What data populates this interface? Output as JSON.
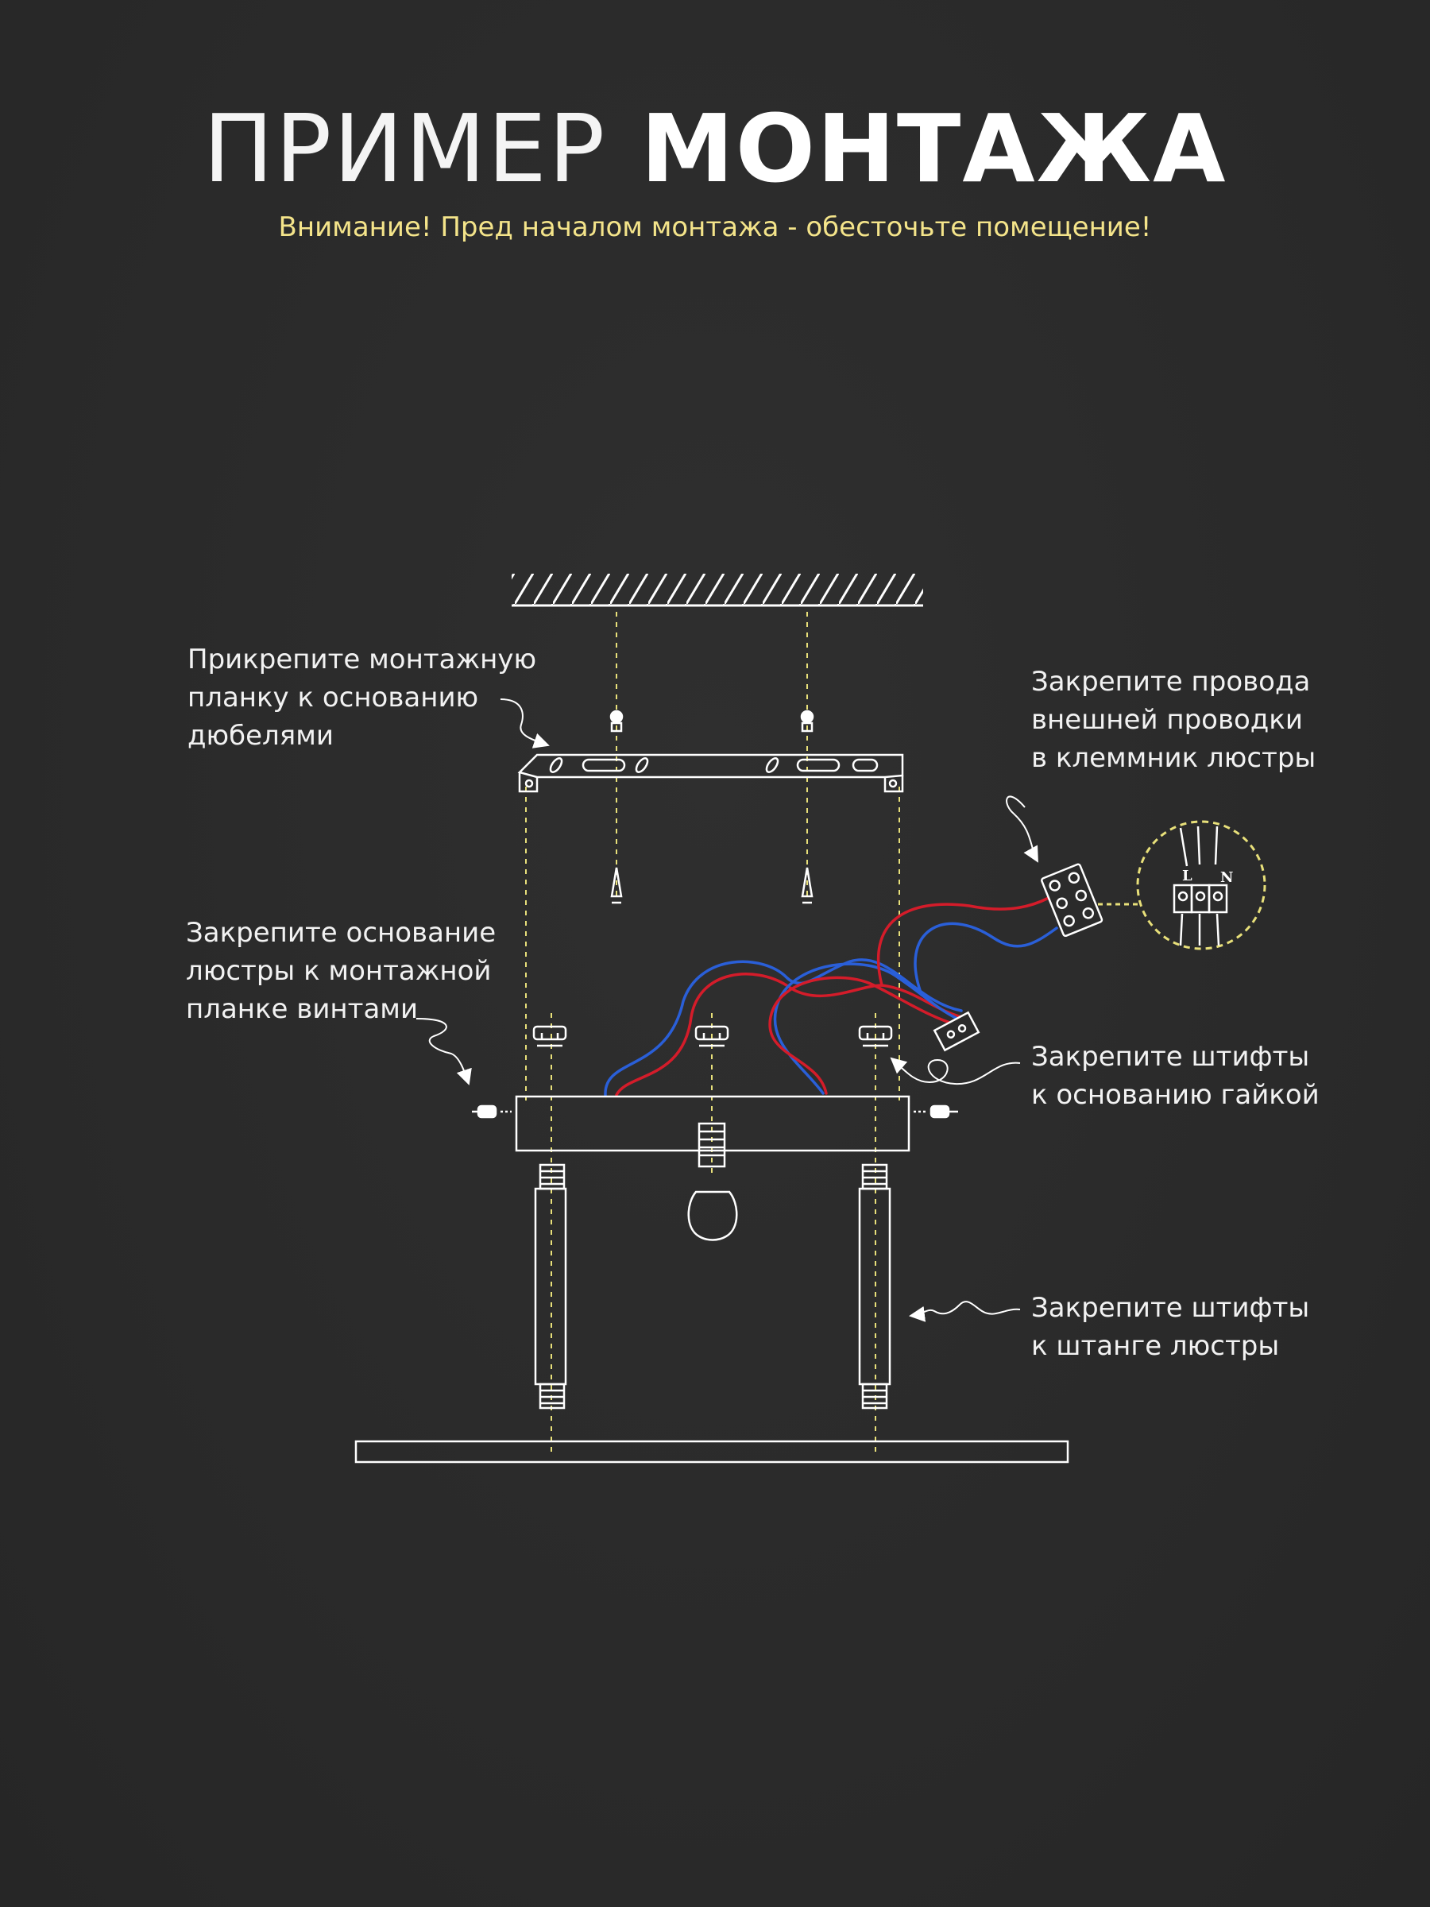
{
  "header": {
    "title_light": "ПРИМЕР",
    "title_bold": "МОНТАЖА",
    "warning": "Внимание! Пред началом монтажа - обесточьте помещение!"
  },
  "callouts": {
    "mount_plate": [
      "Прикрепите монтажную",
      "планку к основанию",
      "дюбелями"
    ],
    "base_screws": [
      "Закрепите основание",
      "люстры к монтажной",
      "планке винтами"
    ],
    "wires": [
      "Закрепите провода",
      "внешней проводки",
      "в клеммник люстры"
    ],
    "pins_nut": [
      "Закрепите штифты",
      "к основанию гайкой"
    ],
    "pins_rod": [
      "Закрепите штифты",
      "к штанге люстры"
    ]
  },
  "terminal_labels": {
    "live": "L",
    "neutral": "N"
  },
  "colors": {
    "background": "#2b2b2b",
    "line": "#ffffff",
    "guide_line": "#e8e07a",
    "warning": "#f4e48a",
    "wire_live": "#d41c2a",
    "wire_neutral": "#2a5fd8"
  }
}
